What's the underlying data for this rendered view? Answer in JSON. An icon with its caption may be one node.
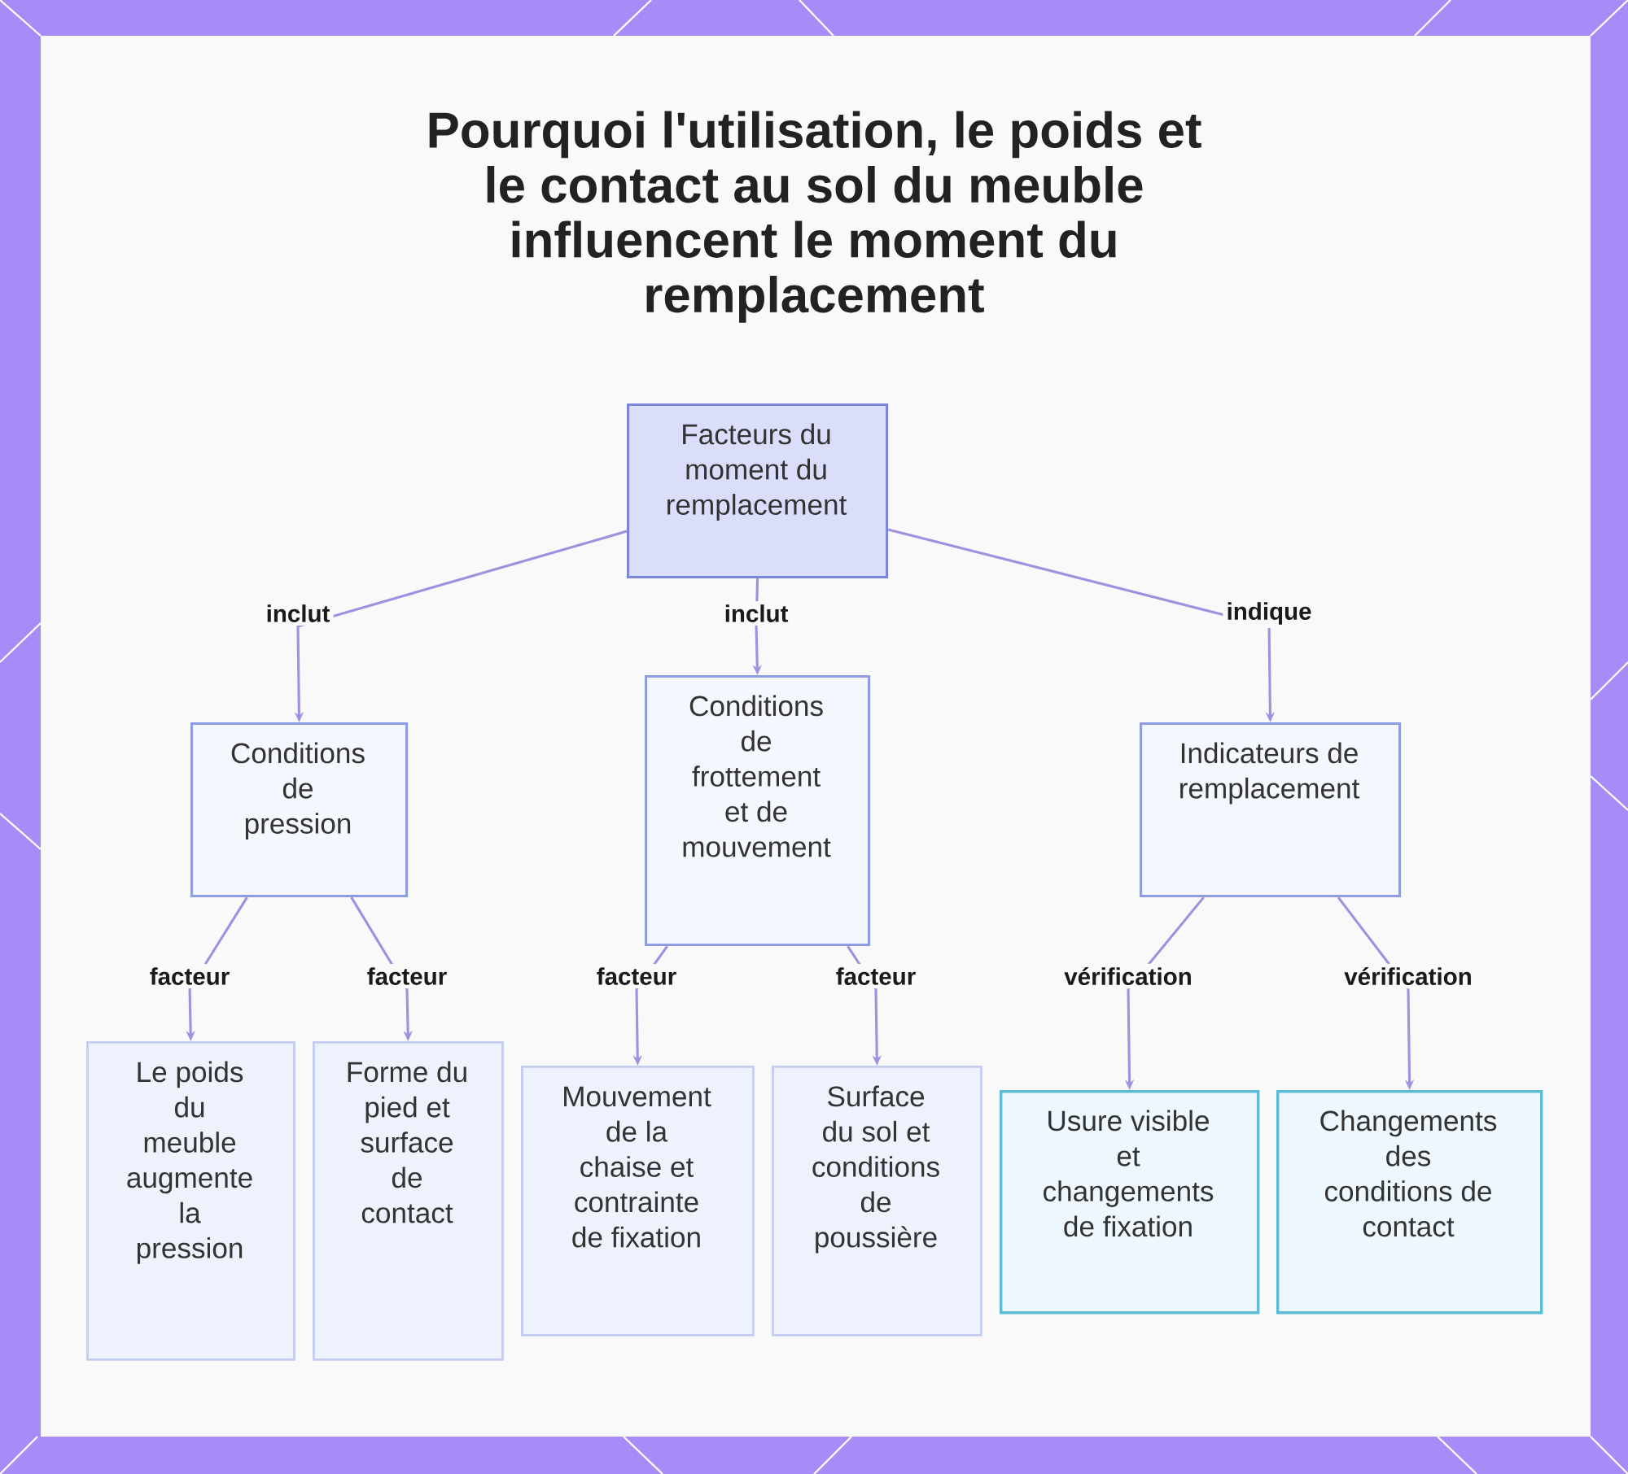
{
  "diagram": {
    "title": "Pourquoi l'utilisation, le poids et le contact au sol du meuble influencent le moment du remplacement",
    "nodes": [
      {
        "text": [
          "Facteurs du moment du remplacement"
        ]
      },
      {
        "text": [
          "Conditions de pression"
        ]
      },
      {
        "text": [
          "Conditions de frottement et de mouvement"
        ]
      },
      {
        "text": [
          "Indicateurs de remplacement"
        ]
      },
      {
        "text": [
          "Le poids du meuble augmente la pression"
        ]
      },
      {
        "text": [
          "Forme du pied et surface de contact"
        ]
      },
      {
        "text": [
          "Mouvement de la chaise et contrainte de fixation"
        ]
      },
      {
        "text": [
          "Surface du sol et conditions de poussière"
        ]
      },
      {
        "text": [
          "Usure visible et changements de fixation"
        ]
      },
      {
        "text": [
          "Changements des conditions de contact"
        ]
      }
    ],
    "edges": [
      {
        "from": 0,
        "to": 1,
        "arrow": "to",
        "label": "inclut"
      },
      {
        "from": 0,
        "to": 2,
        "arrow": "to",
        "label": "inclut"
      },
      {
        "from": 0,
        "to": 3,
        "arrow": "to",
        "label": "indique"
      },
      {
        "from": 1,
        "to": 4,
        "arrow": "to",
        "label": "facteur"
      },
      {
        "from": 1,
        "to": 5,
        "arrow": "to",
        "label": "facteur"
      },
      {
        "from": 2,
        "to": 6,
        "arrow": "to",
        "label": "facteur"
      },
      {
        "from": 2,
        "to": 7,
        "arrow": "to",
        "label": "facteur"
      },
      {
        "from": 3,
        "to": 8,
        "arrow": "to",
        "label": "vérification"
      },
      {
        "from": 3,
        "to": 9,
        "arrow": "to",
        "label": "vérification"
      }
    ]
  }
}
